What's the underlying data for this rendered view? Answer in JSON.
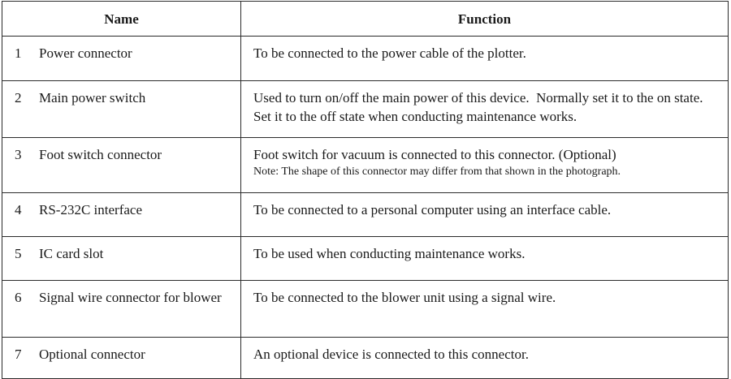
{
  "table": {
    "headers": {
      "name": "Name",
      "function": "Function"
    },
    "rows": [
      {
        "number": "1",
        "name": "Power connector",
        "function": "To be connected to the power cable of the plotter.",
        "note": ""
      },
      {
        "number": "2",
        "name": "Main power switch",
        "function": "Used to turn on/off the main power of this device.  Normally set it to the on state.  Set it to the off state when conducting maintenance works.",
        "note": ""
      },
      {
        "number": "3",
        "name": "Foot switch connector",
        "function": "Foot switch for vacuum is connected to this connector. (Optional)",
        "note": "Note: The shape of this connector may differ from that shown in the photograph."
      },
      {
        "number": "4",
        "name": "RS-232C interface",
        "function": "To be connected to a personal computer using an interface cable.",
        "note": ""
      },
      {
        "number": "5",
        "name": "IC card slot",
        "function": "To be used when conducting maintenance works.",
        "note": ""
      },
      {
        "number": "6",
        "name": "Signal wire connector for blower",
        "function": "To be connected to the blower unit using a signal wire.",
        "note": ""
      },
      {
        "number": "7",
        "name": "Optional connector",
        "function": "An optional device is connected to this connector.",
        "note": ""
      }
    ]
  }
}
